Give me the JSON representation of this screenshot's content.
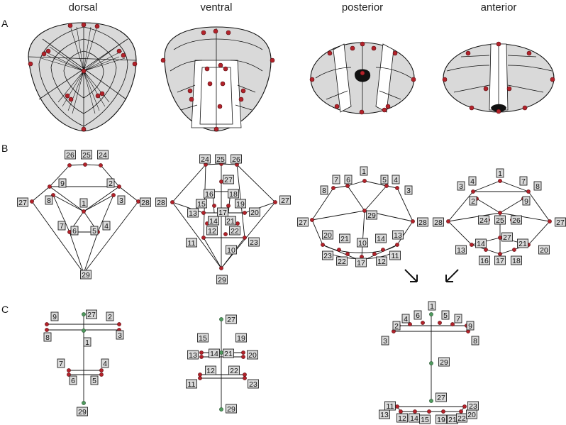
{
  "views": {
    "dorsal": "dorsal",
    "ventral": "ventral",
    "posterior": "posterior",
    "anterior": "anterior"
  },
  "rows": {
    "a": "A",
    "b": "B",
    "c": "C"
  },
  "colors": {
    "shell": "#d9d9d9",
    "landmark": "#b3222a",
    "midline": "#4f9a5e"
  },
  "icons": [
    "arrow-down-right-icon",
    "arrow-down-left-icon"
  ],
  "labels_b_dorsal": [
    "26",
    "25",
    "24",
    "9",
    "2",
    "27",
    "8",
    "3",
    "28",
    "1",
    "7",
    "6",
    "5",
    "4",
    "29"
  ],
  "labels_b_ventral": [
    "24",
    "25",
    "26",
    "27",
    "28",
    "16",
    "18",
    "15",
    "19",
    "13",
    "17",
    "20",
    "14",
    "21",
    "12",
    "22",
    "11",
    "10",
    "23",
    "29",
    "27"
  ],
  "labels_b_posterior": [
    "1",
    "7",
    "6",
    "5",
    "4",
    "8",
    "3",
    "27",
    "29",
    "28",
    "20",
    "21",
    "14",
    "13",
    "10",
    "23",
    "22",
    "17",
    "12",
    "11"
  ],
  "labels_b_anterior": [
    "1",
    "4",
    "7",
    "3",
    "8",
    "2",
    "9",
    "28",
    "24",
    "25",
    "26",
    "27",
    "27",
    "14",
    "21",
    "13",
    "20",
    "16",
    "17",
    "18"
  ],
  "labels_c_dorsal": [
    "9",
    "27",
    "2",
    "8",
    "3",
    "1",
    "7",
    "4",
    "6",
    "5",
    "29"
  ],
  "labels_c_ventral": [
    "27",
    "15",
    "19",
    "13",
    "14",
    "21",
    "20",
    "12",
    "22",
    "11",
    "23",
    "29"
  ],
  "labels_c_combined": [
    "1",
    "4",
    "6",
    "5",
    "7",
    "2",
    "9",
    "3",
    "8",
    "29",
    "27",
    "11",
    "23",
    "13",
    "12",
    "14",
    "15",
    "19",
    "21",
    "22",
    "20"
  ]
}
